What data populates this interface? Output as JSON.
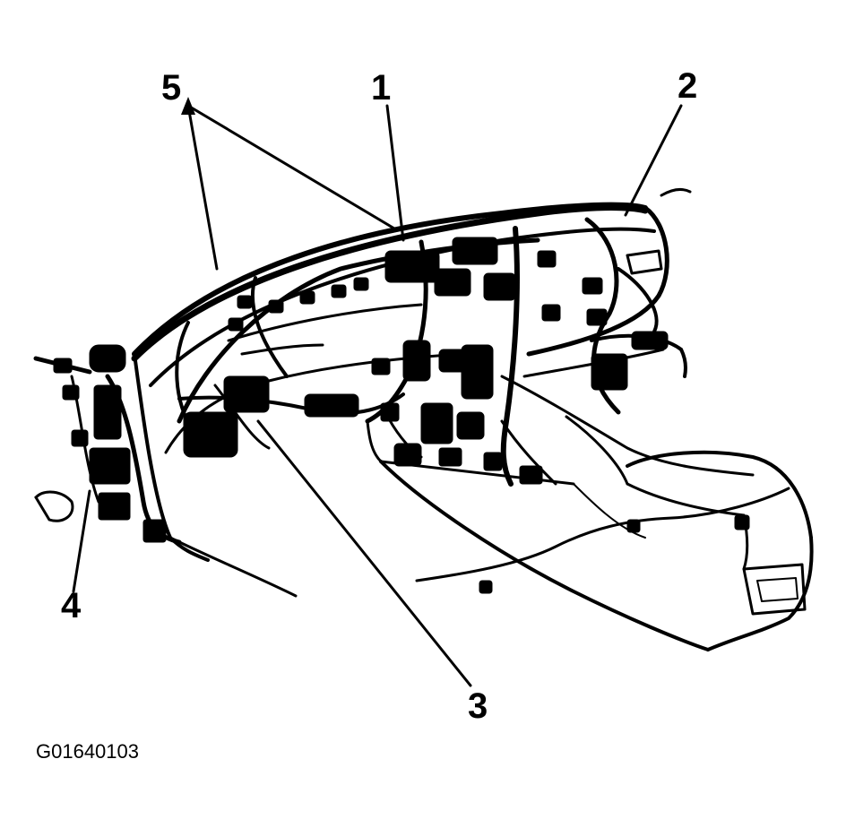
{
  "figure": {
    "id": "G01640103",
    "callouts": [
      {
        "id": "1",
        "label": "1"
      },
      {
        "id": "2",
        "label": "2"
      },
      {
        "id": "3",
        "label": "3"
      },
      {
        "id": "4",
        "label": "4"
      },
      {
        "id": "5",
        "label": "5"
      }
    ]
  },
  "colors": {
    "ink": "#000000",
    "background": "#ffffff"
  }
}
